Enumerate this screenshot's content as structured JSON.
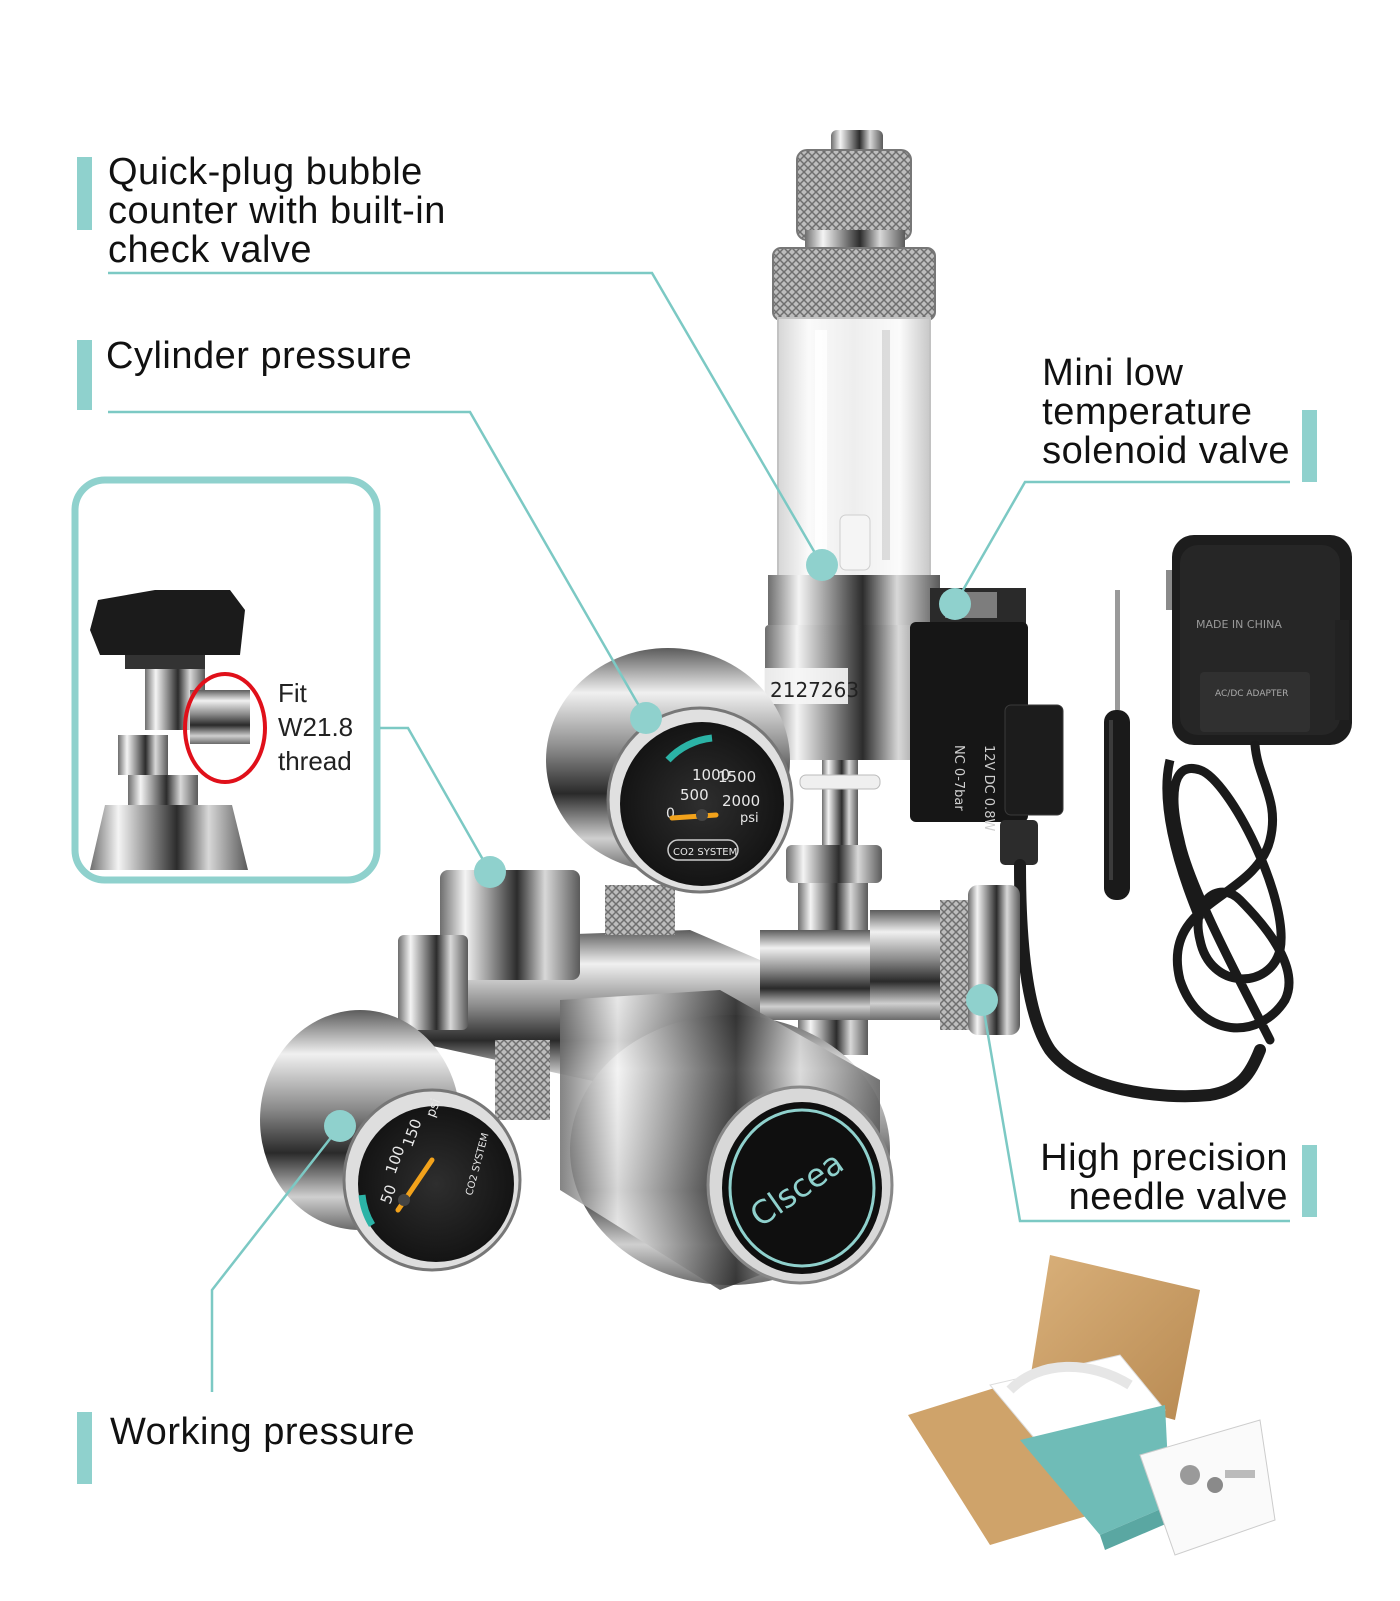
{
  "labels": {
    "bubble_counter": [
      "Quick-plug bubble",
      "counter with built-in",
      "check valve"
    ],
    "cylinder_pressure": "Cylinder pressure",
    "solenoid": [
      "Mini low",
      "temperature",
      "solenoid valve"
    ],
    "needle_valve": [
      "High precision",
      "needle valve"
    ],
    "working_pressure": "Working pressure"
  },
  "inset": {
    "fit_text": [
      "Fit",
      "W21.8",
      "thread"
    ]
  },
  "product": {
    "brand": "Clscea",
    "serial": "2127263",
    "gauge_high": {
      "ticks": [
        "500",
        "1000",
        "1500",
        "2000"
      ],
      "zero": "0",
      "unit": "psi",
      "name": "CO2 SYSTEM"
    },
    "gauge_low": {
      "ticks": [
        "50",
        "100",
        "150"
      ],
      "unit": "psi",
      "name": "CO2 SYSTEM"
    },
    "solenoid_text": [
      "12V DC 0.8W",
      "NC 0-7bar"
    ],
    "adapter_text": [
      "MADE IN CHINA",
      "AC/DC ADAPTER"
    ]
  },
  "colors": {
    "accent": "#8fd1cd",
    "leader": "#7cc9c4",
    "inset_border": "#8fd1cd",
    "highlight_ring": "#e0101a",
    "chrome_dark": "#3a3a3a",
    "chrome_light": "#f2f2f2"
  }
}
